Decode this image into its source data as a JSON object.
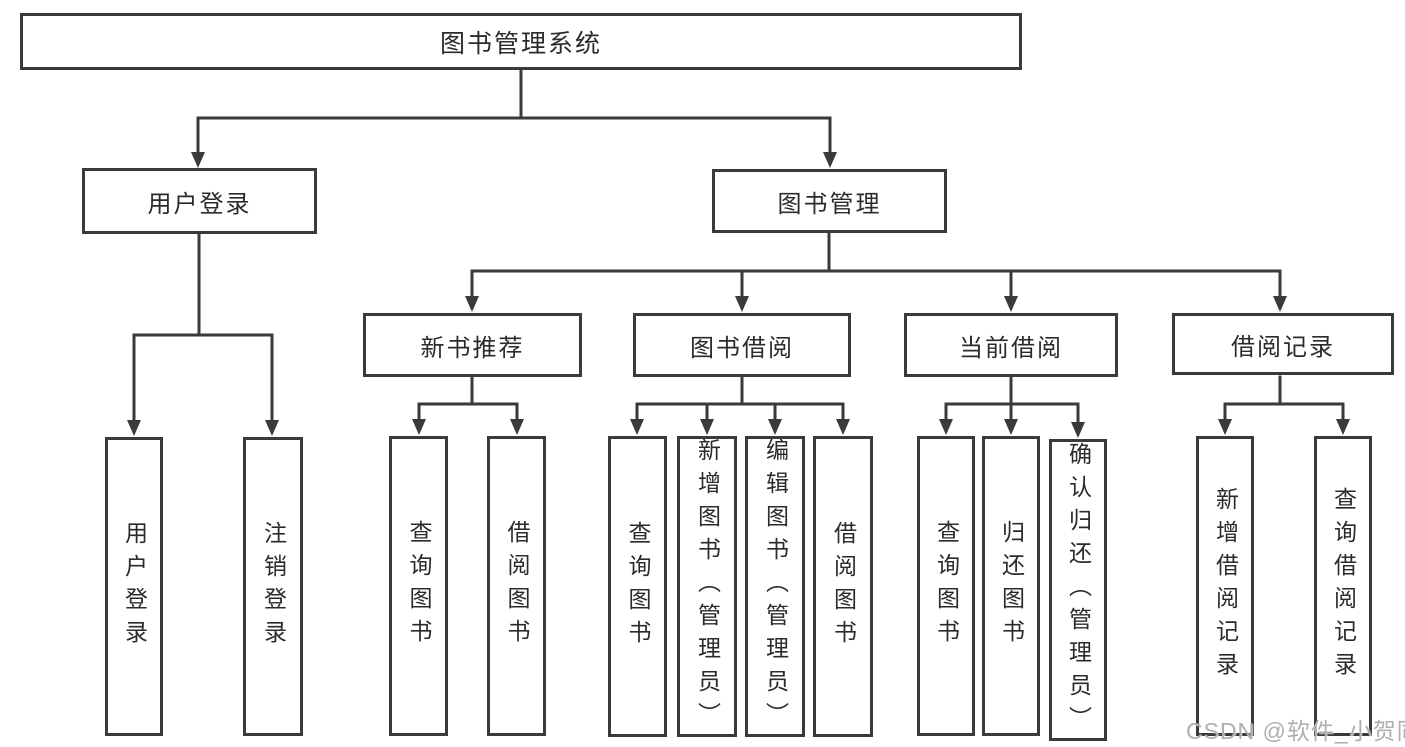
{
  "root": {
    "label": "图书管理系统"
  },
  "tree": [
    {
      "label": "用户登录",
      "children": [
        {
          "label": "用户登录"
        },
        {
          "label": "注销登录"
        }
      ]
    },
    {
      "label": "图书管理",
      "children": [
        {
          "label": "新书推荐",
          "children": [
            {
              "label": "查询图书"
            },
            {
              "label": "借阅图书"
            }
          ]
        },
        {
          "label": "图书借阅",
          "children": [
            {
              "label": "查询图书"
            },
            {
              "label": "新增图书（管理员）"
            },
            {
              "label": "编辑图书（管理员）"
            },
            {
              "label": "借阅图书"
            }
          ]
        },
        {
          "label": "当前借阅",
          "children": [
            {
              "label": "查询图书"
            },
            {
              "label": "归还图书"
            },
            {
              "label": "确认归还（管理员）"
            }
          ]
        },
        {
          "label": "借阅记录",
          "children": [
            {
              "label": "新增借阅记录"
            },
            {
              "label": "查询借阅记录"
            }
          ]
        }
      ]
    }
  ],
  "watermark": {
    "text": "CSDN @软件_小贺同学"
  },
  "colors": {
    "line": "#3a3a3a",
    "text": "#2b2b2b",
    "watermark": "#b0aeae",
    "background": "#ffffff"
  }
}
